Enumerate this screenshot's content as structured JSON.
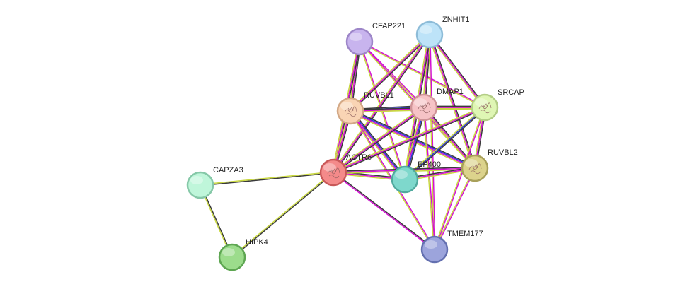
{
  "nodes": [
    {
      "id": "CFAP221",
      "label": "CFAP221",
      "fill": "#c8b4ee",
      "stroke": "#9d86c8"
    },
    {
      "id": "ZNHIT1",
      "label": "ZNHIT1",
      "fill": "#bde3f8",
      "stroke": "#8dbcd8"
    },
    {
      "id": "RUVBL1",
      "label": "RUVBL1",
      "fill": "#f9d4b4",
      "stroke": "#d2a886"
    },
    {
      "id": "DMAP1",
      "label": "DMAP1",
      "fill": "#f6c3c6",
      "stroke": "#cf9498"
    },
    {
      "id": "SRCAP",
      "label": "SRCAP",
      "fill": "#dff6b4",
      "stroke": "#b3cd86"
    },
    {
      "id": "ACTR6",
      "label": "ACTR6",
      "fill": "#f48a8a",
      "stroke": "#c85858"
    },
    {
      "id": "EP400",
      "label": "EP400",
      "fill": "#7ed8cc",
      "stroke": "#50aa9e"
    },
    {
      "id": "RUVBL2",
      "label": "RUVBL2",
      "fill": "#dcd38c",
      "stroke": "#a8a05a"
    },
    {
      "id": "CAPZA3",
      "label": "CAPZA3",
      "fill": "#bff6da",
      "stroke": "#86c8a8"
    },
    {
      "id": "HIPK4",
      "label": "HIPK4",
      "fill": "#9cdc8c",
      "stroke": "#5ea652"
    },
    {
      "id": "TMEM177",
      "label": "TMEM177",
      "fill": "#9ca4dc",
      "stroke": "#6470b0"
    }
  ],
  "edge_colors": [
    "#3a3a3a",
    "#2b3ad6",
    "#d411d4",
    "#c9d840",
    "#dede55",
    "#5a5a5a"
  ],
  "edges": [
    {
      "source": "CFAP221",
      "target": "RUVBL1",
      "colors": [
        0,
        2,
        3
      ]
    },
    {
      "source": "CFAP221",
      "target": "DMAP1",
      "colors": [
        2,
        3
      ]
    },
    {
      "source": "CFAP221",
      "target": "SRCAP",
      "colors": [
        2,
        3
      ]
    },
    {
      "source": "CFAP221",
      "target": "ACTR6",
      "colors": [
        0,
        2,
        3
      ]
    },
    {
      "source": "CFAP221",
      "target": "EP400",
      "colors": [
        2,
        3
      ]
    },
    {
      "source": "CFAP221",
      "target": "RUVBL2",
      "colors": [
        2,
        3
      ]
    },
    {
      "source": "ZNHIT1",
      "target": "RUVBL1",
      "colors": [
        0,
        2,
        3
      ]
    },
    {
      "source": "ZNHIT1",
      "target": "DMAP1",
      "colors": [
        0,
        2,
        3
      ]
    },
    {
      "source": "ZNHIT1",
      "target": "SRCAP",
      "colors": [
        0,
        2,
        3
      ]
    },
    {
      "source": "ZNHIT1",
      "target": "ACTR6",
      "colors": [
        0,
        2,
        3
      ]
    },
    {
      "source": "ZNHIT1",
      "target": "EP400",
      "colors": [
        0,
        2,
        3
      ]
    },
    {
      "source": "ZNHIT1",
      "target": "RUVBL2",
      "colors": [
        0,
        2,
        3
      ]
    },
    {
      "source": "ZNHIT1",
      "target": "TMEM177",
      "colors": [
        2,
        3
      ]
    },
    {
      "source": "RUVBL1",
      "target": "DMAP1",
      "colors": [
        0,
        1,
        2,
        3
      ]
    },
    {
      "source": "RUVBL1",
      "target": "SRCAP",
      "colors": [
        0,
        2,
        3
      ]
    },
    {
      "source": "RUVBL1",
      "target": "ACTR6",
      "colors": [
        0,
        2,
        3
      ]
    },
    {
      "source": "RUVBL1",
      "target": "EP400",
      "colors": [
        0,
        1,
        2,
        3
      ]
    },
    {
      "source": "RUVBL1",
      "target": "RUVBL2",
      "colors": [
        0,
        1,
        2,
        3
      ]
    },
    {
      "source": "RUVBL1",
      "target": "TMEM177",
      "colors": [
        2,
        3
      ]
    },
    {
      "source": "DMAP1",
      "target": "SRCAP",
      "colors": [
        0,
        2,
        3
      ]
    },
    {
      "source": "DMAP1",
      "target": "ACTR6",
      "colors": [
        0,
        2,
        3
      ]
    },
    {
      "source": "DMAP1",
      "target": "EP400",
      "colors": [
        0,
        1,
        2,
        3
      ]
    },
    {
      "source": "DMAP1",
      "target": "RUVBL2",
      "colors": [
        0,
        2,
        3
      ]
    },
    {
      "source": "DMAP1",
      "target": "TMEM177",
      "colors": [
        2,
        3
      ]
    },
    {
      "source": "SRCAP",
      "target": "ACTR6",
      "colors": [
        0,
        2,
        3
      ]
    },
    {
      "source": "SRCAP",
      "target": "EP400",
      "colors": [
        0,
        1,
        3
      ]
    },
    {
      "source": "SRCAP",
      "target": "RUVBL2",
      "colors": [
        0,
        2,
        3
      ]
    },
    {
      "source": "SRCAP",
      "target": "TMEM177",
      "colors": [
        2,
        3
      ]
    },
    {
      "source": "ACTR6",
      "target": "EP400",
      "colors": [
        0,
        2,
        3
      ]
    },
    {
      "source": "ACTR6",
      "target": "RUVBL2",
      "colors": [
        0,
        2,
        3
      ]
    },
    {
      "source": "ACTR6",
      "target": "TMEM177",
      "colors": [
        0,
        2
      ]
    },
    {
      "source": "ACTR6",
      "target": "CAPZA3",
      "colors": [
        0,
        3
      ]
    },
    {
      "source": "ACTR6",
      "target": "HIPK4",
      "colors": [
        0,
        3
      ]
    },
    {
      "source": "EP400",
      "target": "RUVBL2",
      "colors": [
        0,
        2,
        3
      ]
    },
    {
      "source": "RUVBL2",
      "target": "TMEM177",
      "colors": [
        2,
        3
      ]
    },
    {
      "source": "CAPZA3",
      "target": "HIPK4",
      "colors": [
        0,
        3
      ]
    }
  ]
}
